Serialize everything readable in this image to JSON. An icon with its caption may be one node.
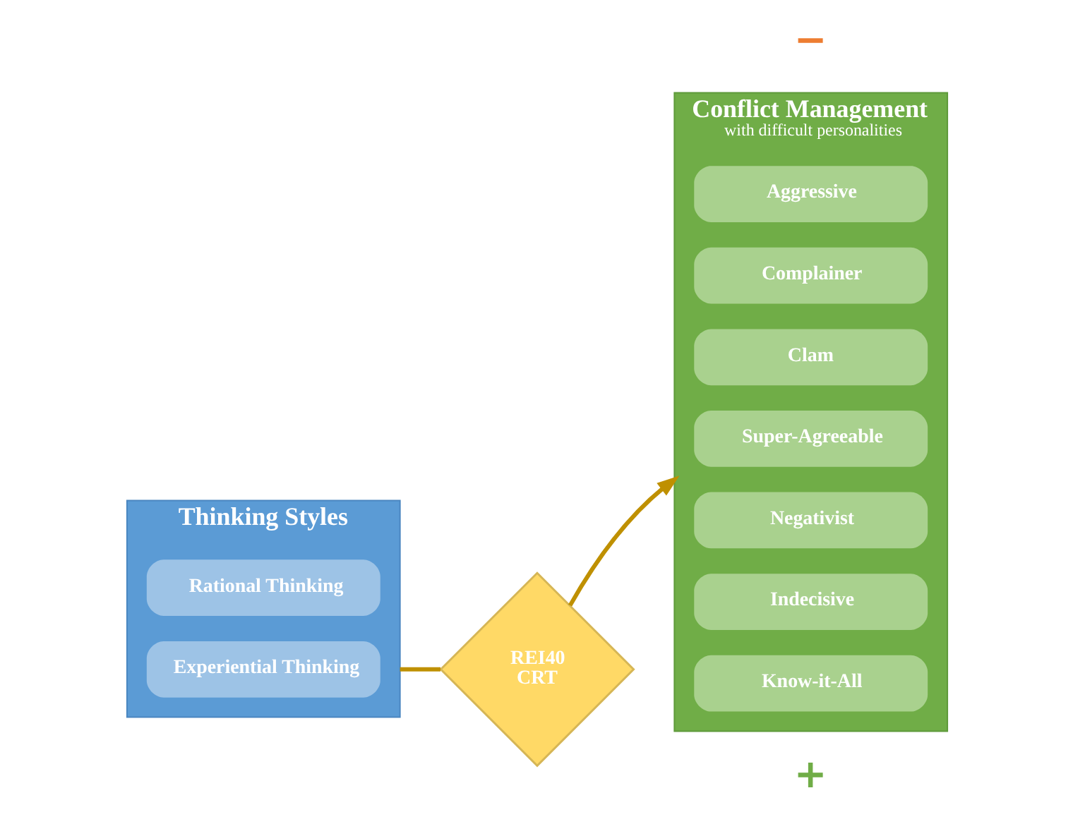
{
  "diagram": {
    "nodes": [
      {
        "text": [
          "Thinking Styles"
        ]
      },
      {
        "text": [
          "Rational Thinking"
        ],
        "in": 0
      },
      {
        "text": [
          "Experiential Thinking"
        ],
        "in": 0
      },
      {
        "text": [
          "REI40",
          "CRT"
        ]
      },
      {
        "text": [
          "Conflict Management",
          "with difficult personalities"
        ]
      },
      {
        "text": [
          "Aggressive"
        ],
        "in": 4
      },
      {
        "text": [
          "Complainer"
        ],
        "in": 4
      },
      {
        "text": [
          "Clam"
        ],
        "in": 4
      },
      {
        "text": [
          "Super-Agreeable"
        ],
        "in": 4
      },
      {
        "text": [
          "Negativist"
        ],
        "in": 4
      },
      {
        "text": [
          "Indecisive"
        ],
        "in": 4
      },
      {
        "text": [
          "Know-it-All"
        ],
        "in": 4
      }
    ],
    "edges": [
      {
        "from": 0,
        "to": 3,
        "arrow": "none"
      },
      {
        "from": 3,
        "to": 4,
        "arrow": "to"
      }
    ],
    "labels": [
      "+",
      "−"
    ]
  }
}
